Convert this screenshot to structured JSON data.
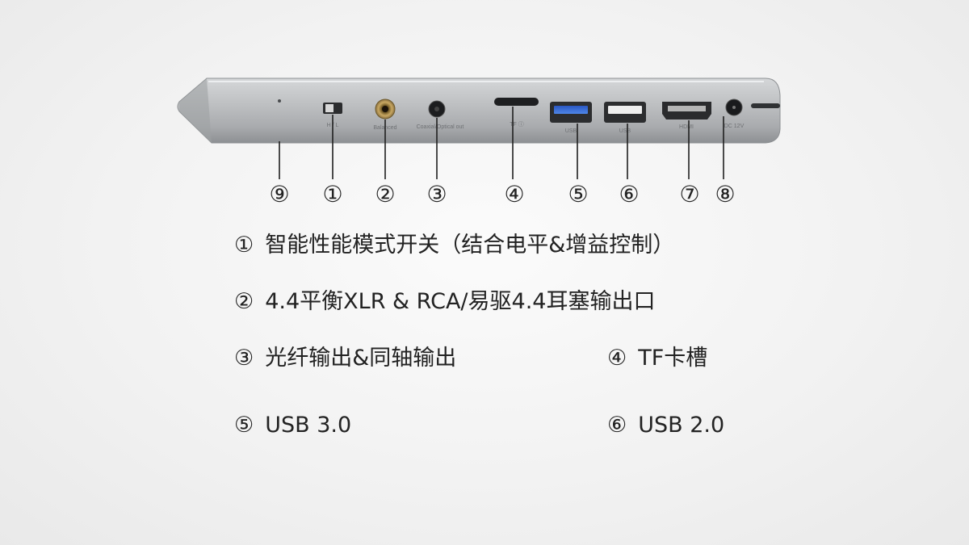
{
  "markers": [
    "⑨",
    "①",
    "②",
    "③",
    "④",
    "⑤",
    "⑥",
    "⑦",
    "⑧"
  ],
  "port_labels": {
    "switch": "H / L",
    "balanced": "Balanced",
    "coaxial": "Coaxial/Optical out",
    "tf": "TF ⓘ",
    "usb3": "USB",
    "usb2": "USB",
    "hdmi": "HDMI",
    "dc": "DC 12V"
  },
  "legend": {
    "item1": {
      "mark": "①",
      "text": "智能性能模式开关（结合电平&增益控制）"
    },
    "item2": {
      "mark": "②",
      "text": "4.4平衡XLR & RCA/易驱4.4耳塞输出口"
    },
    "item3": {
      "mark": "③",
      "text": "光纤输出&同轴输出"
    },
    "item4": {
      "mark": "④",
      "text": "TF卡槽"
    },
    "item5": {
      "mark": "⑤",
      "text": "USB 3.0"
    },
    "item6": {
      "mark": "⑥",
      "text": "USB 2.0"
    }
  },
  "colors": {
    "body": "#b4b6b8",
    "port_blue": "#3a6fd8",
    "text": "#222222"
  }
}
